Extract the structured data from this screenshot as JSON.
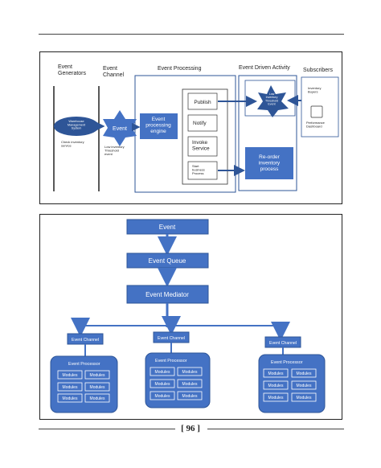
{
  "top_diagram": {
    "columns": {
      "generators": "Event\nGenerators",
      "channel": "Event\nChannel",
      "processing": "Event Processing",
      "activity": "Event  Driven Activity",
      "subscribers": "Subscribers"
    },
    "warehouse_system": "Warehouse\nManagement\nSystem",
    "check_inventory": "Check inventory\nservice",
    "event_star": "Event",
    "low_inventory_channel": "Low inventory\nThreshold\nevent",
    "processing_engine": "Event\nprocessing\nengine",
    "publish": "Publish",
    "notify": "Notify",
    "invoke_service": "Invoke\nService",
    "start_business": "Start\nbusiness\nProcess",
    "low_inventory_star": "Low\nInventory\nThreshold\nEvent",
    "reorder": "Re-order\ninventory\nprocess",
    "inventory_buyers": "Inventory\nBuyers",
    "performance_dashboard": "Performance\nDashboard"
  },
  "bottom_diagram": {
    "event": "Event",
    "queue": "Event Queue",
    "mediator": "Event Mediator",
    "channel_label": "Event Channel",
    "processor_label": "Event Processor",
    "module_label": "Modules"
  },
  "page_number": "[ 96 ]",
  "colors": {
    "blue": "#4472C4",
    "dark_blue": "#2E5597",
    "line": "#1F3864"
  }
}
